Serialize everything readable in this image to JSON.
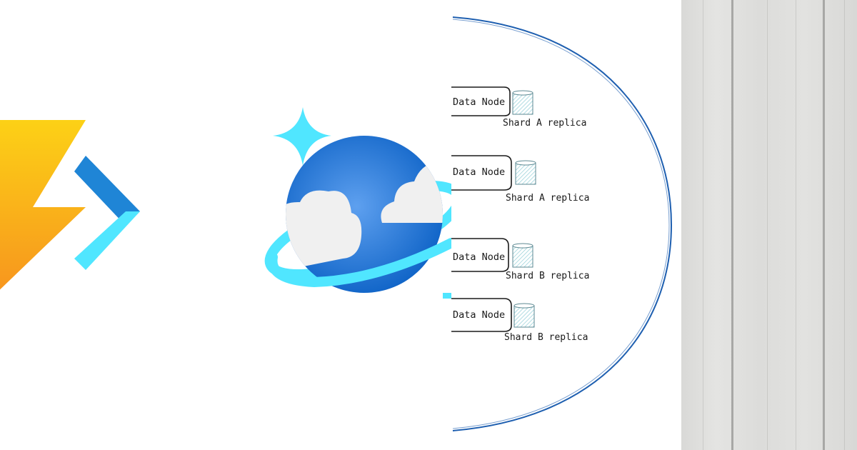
{
  "logos": {
    "functions": {
      "icon": "azure-functions-icon",
      "colors": {
        "bolt_top": "#fcd116",
        "bolt_bottom": "#f7941e",
        "chevron_dark": "#1f85d6",
        "chevron_light": "#50e6ff"
      }
    },
    "cosmos": {
      "icon": "azure-cosmos-db-icon",
      "colors": {
        "planet_light": "#5ea0ef",
        "planet_dark": "#0d62c6",
        "ring": "#50e6ff",
        "cloud": "#f2f2f2",
        "sparkle": "#50e6ff"
      }
    }
  },
  "diagram": {
    "boundary_color": "#1e5fb0",
    "nodes": [
      {
        "label": "Data Node",
        "replica": "Shard A replica"
      },
      {
        "label": "Data Node",
        "replica": "Shard A replica"
      },
      {
        "label": "Data Node",
        "replica": "Shard B replica"
      },
      {
        "label": "Data Node",
        "replica": "Shard B replica"
      }
    ]
  }
}
